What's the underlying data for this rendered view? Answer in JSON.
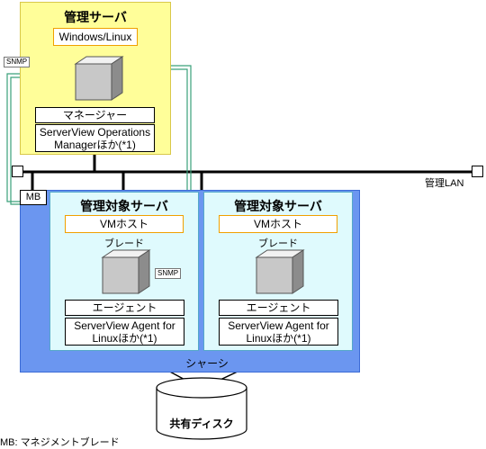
{
  "management_server": {
    "title": "管理サーバ",
    "os": "Windows/Linux",
    "manager": "マネージャー",
    "software_line1": "ServerView Operations",
    "software_line2": "Managerほか(*1)"
  },
  "managed_servers": [
    {
      "title": "管理対象サーバ",
      "vm_host": "VMホスト",
      "blade": "ブレード",
      "agent": "エージェント",
      "software_line1": "ServerView Agent for",
      "software_line2": "Linuxほか(*1)"
    },
    {
      "title": "管理対象サーバ",
      "vm_host": "VMホスト",
      "blade": "ブレード",
      "agent": "エージェント",
      "software_line1": "ServerView Agent for",
      "software_line2": "Linuxほか(*1)"
    }
  ],
  "labels": {
    "snmp": "SNMP",
    "mb": "MB",
    "lan": "管理LAN",
    "chassis": "シャーシ",
    "shared_disk": "共有ディスク",
    "footnote": "MB: マネジメントブレード"
  },
  "colors": {
    "management_server_bg": "#fffe99",
    "chassis_bg": "#6b96f0",
    "managed_server_bg": "#dffafd",
    "snmp_line": "#3aa07a",
    "os_border": "#f0a000"
  }
}
